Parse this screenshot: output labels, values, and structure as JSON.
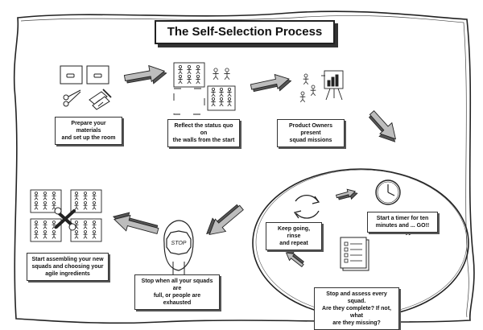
{
  "title": "The Self-Selection Process",
  "steps": [
    {
      "label": "Prepare your materials and set up the room",
      "lines": [
        "Prepare your materials",
        "and set up the room"
      ]
    },
    {
      "label": "Reflect the status quo on the walls from the start",
      "lines": [
        "Reflect the status quo on",
        "the walls from the start"
      ]
    },
    {
      "label": "Product Owners present squad missions",
      "lines": [
        "Product Owners present",
        "squad missions"
      ]
    },
    {
      "label": "Start a timer for ten minutes and ... GO!!",
      "lines": [
        "Start a timer for ten",
        "minutes and ... GO!!"
      ]
    },
    {
      "label": "Stop and assess every squad. Are they complete? If not, what are they missing?",
      "lines": [
        "Stop and assess every squad.",
        "Are they complete? If not, what",
        "are they missing?"
      ]
    },
    {
      "label": "Keep going, rinse and repeat",
      "lines": [
        "Keep going, rinse",
        "and repeat"
      ]
    },
    {
      "label": "Stop when all your squads are full, or people are exhausted",
      "lines": [
        "Stop when all your squads are",
        "full, or people are exhausted"
      ]
    },
    {
      "label": "Start assembling your new squads and choosing your agile ingredients",
      "lines": [
        "Start assembling your new",
        "squads and choosing your",
        "agile ingredients"
      ]
    }
  ],
  "stop_sign_text": "STOP",
  "colors": {
    "ink": "#222222",
    "arrow_fill": "#bdbdbd",
    "arrow_shade": "#555555",
    "paper": "#ffffff"
  }
}
